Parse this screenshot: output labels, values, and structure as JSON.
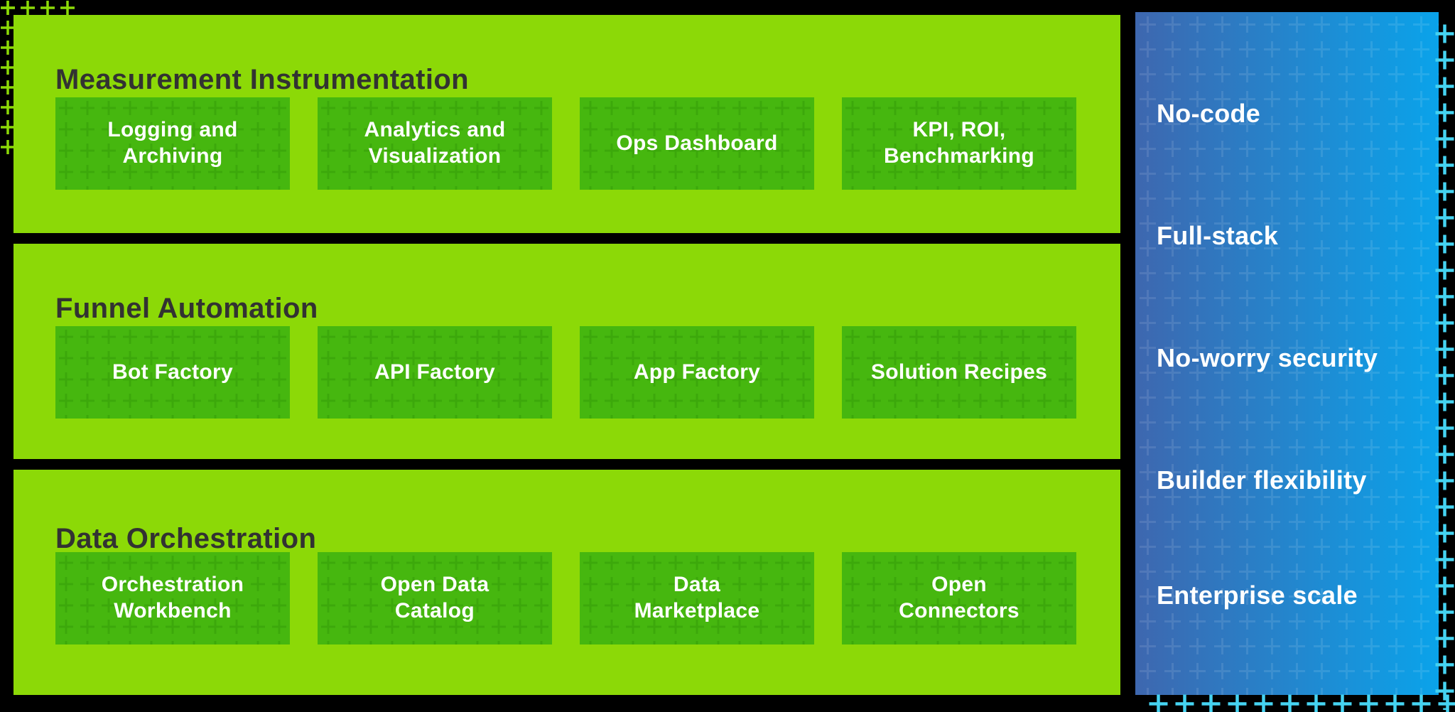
{
  "layers": [
    {
      "title": "Measurement Instrumentation",
      "modules": [
        "Logging and\nArchiving",
        "Analytics and\nVisualization",
        "Ops Dashboard",
        "KPI, ROI,\nBenchmarking"
      ]
    },
    {
      "title": "Funnel Automation",
      "modules": [
        "Bot Factory",
        "API Factory",
        "App Factory",
        "Solution Recipes"
      ]
    },
    {
      "title": "Data Orchestration",
      "modules": [
        "Orchestration\nWorkbench",
        "Open Data\nCatalog",
        "Data\nMarketplace",
        "Open\nConnectors"
      ]
    }
  ],
  "sidebar": {
    "items": [
      "No-code",
      "Full-stack",
      "No-worry security",
      "Builder flexibility",
      "Enterprise scale"
    ]
  },
  "colors": {
    "background": "#000000",
    "layer_green": "#8CD907",
    "module_green": "#46B70F",
    "module_pattern_green": "#3CA80B",
    "sidebar_gradient_start": "#3E67AF",
    "sidebar_gradient_end": "#0AA3EA",
    "cyan_accent": "#45D3F1",
    "title_text": "#323232",
    "label_text": "#FFFFFF"
  }
}
